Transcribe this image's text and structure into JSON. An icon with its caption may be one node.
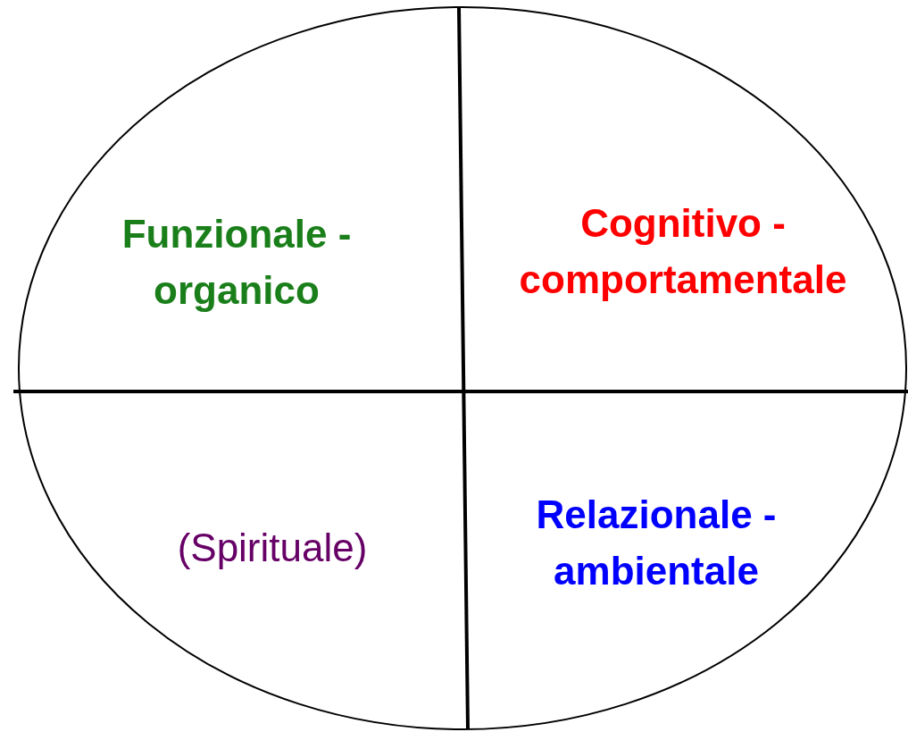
{
  "diagram": {
    "nodes": [
      {
        "text": [],
        "shape": "ellipse"
      },
      {
        "text": [
          "Funzionale - organico"
        ],
        "in": 0
      },
      {
        "text": [
          "Cognitivo - comportamentale"
        ],
        "in": 0
      },
      {
        "text": [
          "(Spirituale)"
        ],
        "in": 0
      },
      {
        "text": [
          "Relazionale - ambientale"
        ],
        "in": 0
      }
    ]
  }
}
